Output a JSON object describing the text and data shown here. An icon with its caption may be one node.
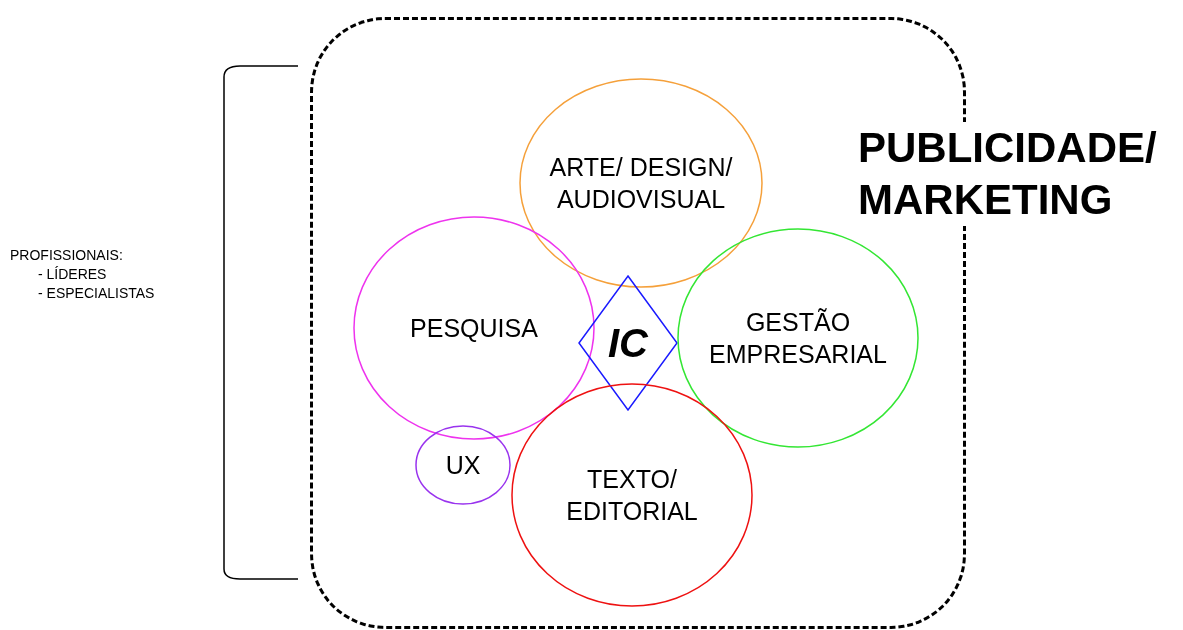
{
  "diagram": {
    "nodes": [
      {
        "text": [
          "PUBLICIDADE/ MARKETING"
        ]
      },
      {
        "text": [
          "ARTE/ DESIGN/ AUDIOVISUAL"
        ],
        "in": 0
      },
      {
        "text": [
          "PESQUISA"
        ],
        "in": 0
      },
      {
        "text": [
          "IC"
        ],
        "in": 0
      },
      {
        "text": [
          "GESTÃO EMPRESARIAL"
        ],
        "in": 0
      },
      {
        "text": [
          "UX"
        ],
        "in": 0
      },
      {
        "text": [
          "TEXTO/ EDITORIAL"
        ],
        "in": 0
      }
    ],
    "labels": [
      "PROFISSIONAIS:",
      "- LÍDERES",
      "- ESPECIALISTAS"
    ]
  }
}
